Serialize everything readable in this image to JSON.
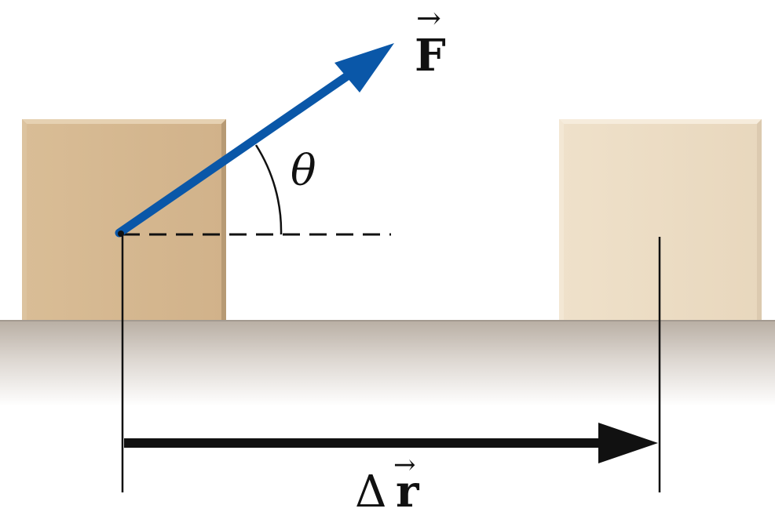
{
  "labels": {
    "force_symbol": "F",
    "angle_symbol": "θ",
    "delta_symbol": "Δ",
    "displacement_symbol": "r",
    "vector_arrow_glyph": "→"
  },
  "colors": {
    "block_initial": "#d4b68e",
    "block_final": "#ecdcc2",
    "force_arrow": "#0a57a8",
    "displacement_arrow": "#111111",
    "floor_top": "#b9afa4",
    "floor_bottom": "#ffffff"
  }
}
